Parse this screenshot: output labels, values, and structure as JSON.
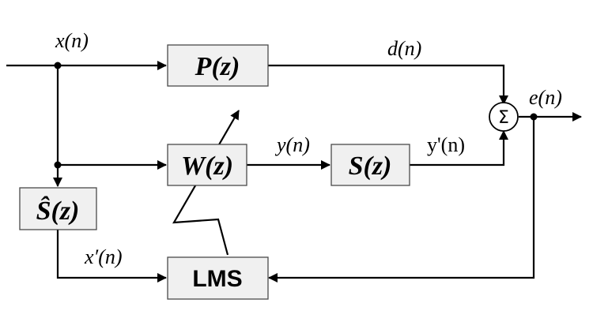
{
  "blocks": {
    "p": "P(z)",
    "w": "W(z)",
    "s": "S(z)",
    "s_hat": "Ŝ(z)",
    "lms": "LMS"
  },
  "signals": {
    "x": "x(n)",
    "d": "d(n)",
    "y": "y(n)",
    "y_prime": "y'(n)",
    "e": "e(n)",
    "x_prime": "x′(n)"
  },
  "summing_junction": "Σ"
}
